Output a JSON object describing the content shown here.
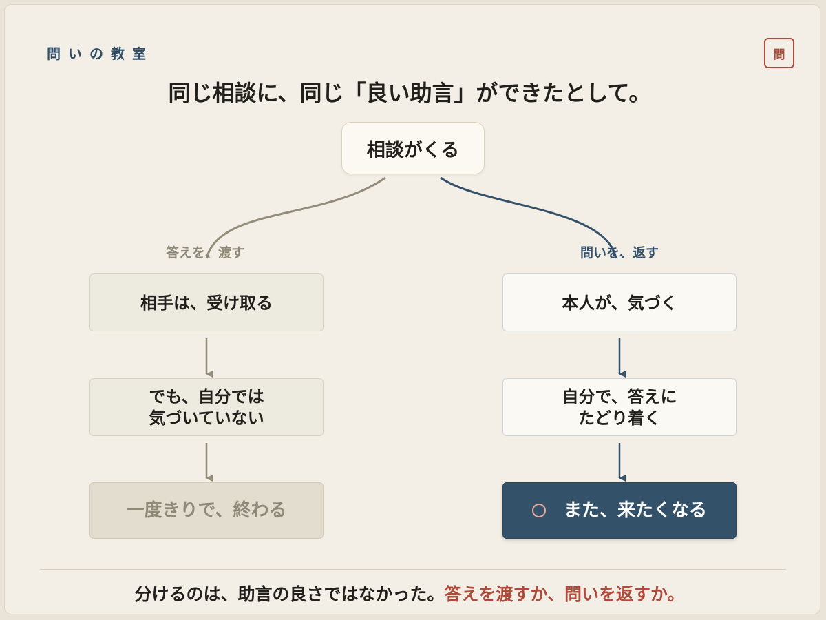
{
  "brand": "問いの教室",
  "seal": "問",
  "title": "同じ相談に、同じ「良い助言」ができたとして。",
  "root": "相談がくる",
  "left": {
    "label": "答えを、渡す",
    "steps": [
      "相手は、受け取る",
      "でも、自分では",
      "気づいていない"
    ],
    "end": "一度きりで、終わる"
  },
  "right": {
    "label": "問いを、返す",
    "steps": [
      "本人が、気づく",
      "自分で、答えに",
      "たどり着く"
    ],
    "end": "また、来たくなる"
  },
  "conclusion": {
    "main": "分けるのは、助言の良さではなかった。",
    "accent": "答えを渡すか、問いを返すか。"
  },
  "colors": {
    "background": "#f4efe6",
    "navy": "#34516a",
    "accent_red": "#b04a3a",
    "muted": "#8f8a78"
  }
}
